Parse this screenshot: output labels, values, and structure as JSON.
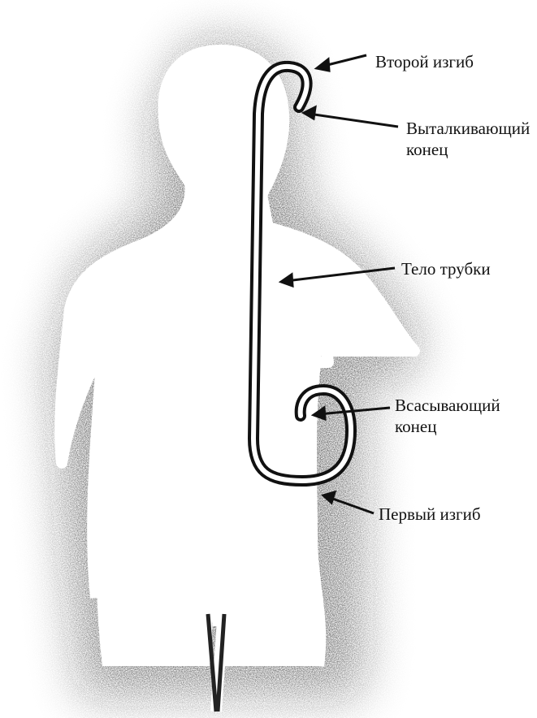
{
  "labels": {
    "second_bend": "Второй изгиб",
    "pushing_end_line1": "Выталкивающий",
    "pushing_end_line2": "конец",
    "tube_body": "Тело трубки",
    "suction_end_line1": "Всасывающий",
    "suction_end_line2": "конец",
    "first_bend": "Первый изгиб"
  },
  "colors": {
    "ink": "#111111",
    "shadow": "#2a2a2a",
    "body": "#ffffff",
    "tube": "#111111"
  }
}
